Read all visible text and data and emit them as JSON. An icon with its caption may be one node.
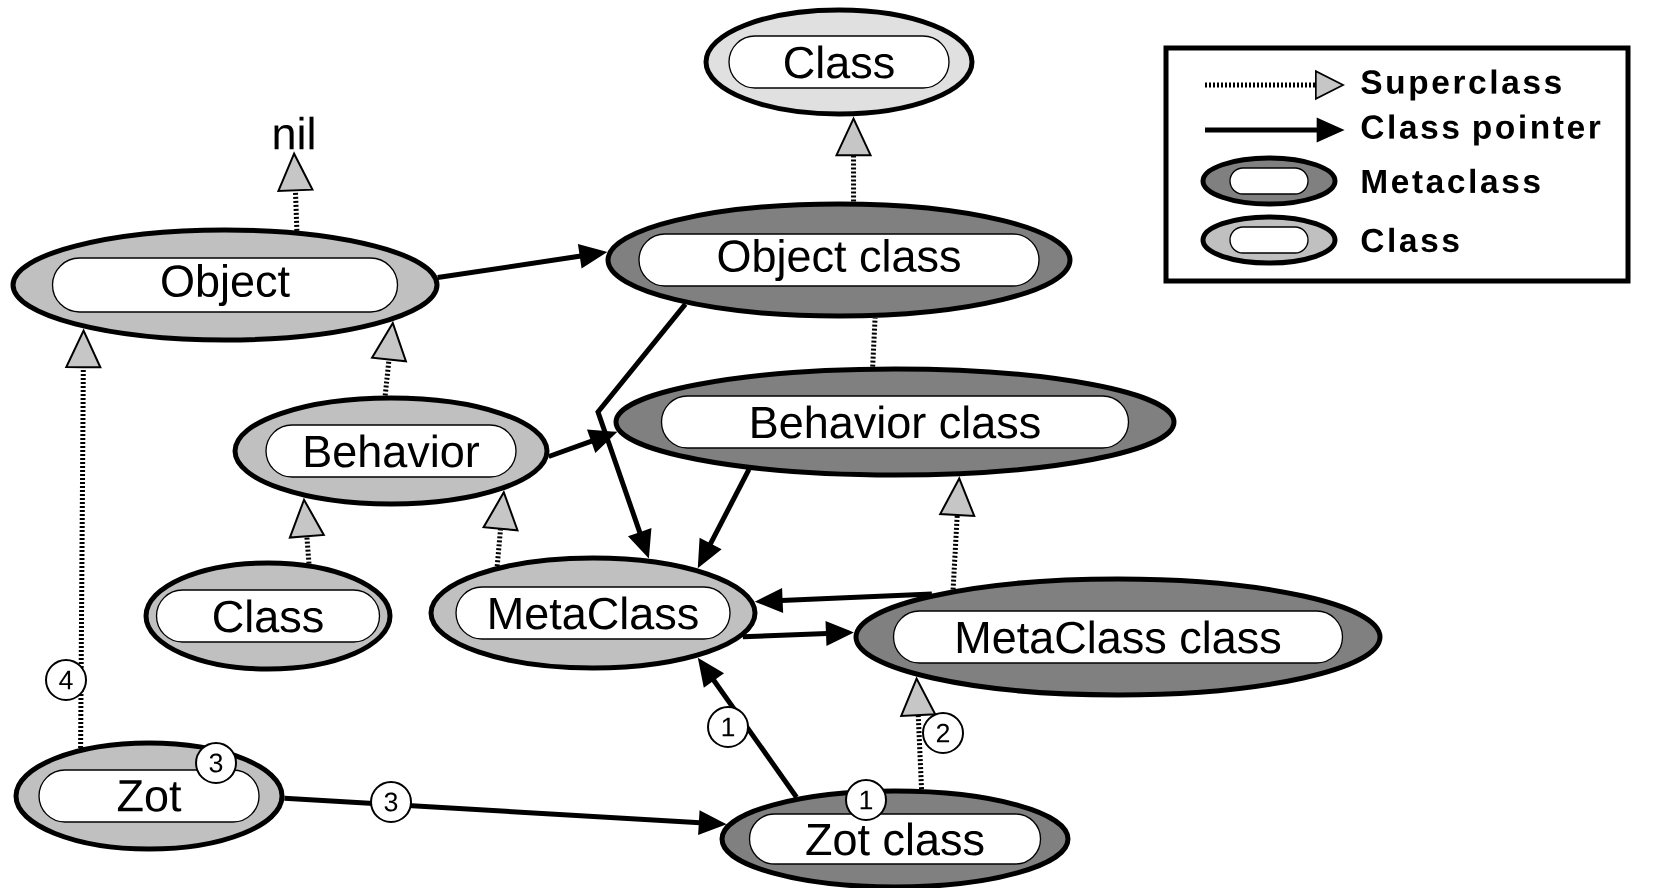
{
  "diagram": {
    "nodes": [
      {
        "text": [
          "Class"
        ]
      },
      {
        "text": [
          "nil"
        ]
      },
      {
        "text": [
          "Object"
        ]
      },
      {
        "text": [
          "Object class"
        ]
      },
      {
        "text": [
          "Behavior"
        ]
      },
      {
        "text": [
          "Behavior class"
        ]
      },
      {
        "text": [
          "Class"
        ]
      },
      {
        "text": [
          "MetaClass"
        ]
      },
      {
        "text": [
          "MetaClass class"
        ]
      },
      {
        "text": [
          "Zot"
        ]
      },
      {
        "text": [
          "Zot class"
        ]
      }
    ],
    "edges": [
      {
        "from": 2,
        "to": 1,
        "arrow": "to",
        "style": "dashed"
      },
      {
        "from": 3,
        "to": 0,
        "arrow": "to",
        "style": "dashed"
      },
      {
        "from": 2,
        "to": 3,
        "arrow": "to"
      },
      {
        "from": 4,
        "to": 2,
        "arrow": "to",
        "style": "dashed"
      },
      {
        "from": 5,
        "to": 3,
        "arrow": "none",
        "style": "dashed"
      },
      {
        "from": 4,
        "to": 5,
        "arrow": "to"
      },
      {
        "from": 6,
        "to": 4,
        "arrow": "to",
        "style": "dashed"
      },
      {
        "from": 7,
        "to": 4,
        "arrow": "to",
        "style": "dashed"
      },
      {
        "from": 3,
        "to": 7,
        "arrow": "to"
      },
      {
        "from": 5,
        "to": 7,
        "arrow": "to"
      },
      {
        "from": 8,
        "to": 5,
        "arrow": "to",
        "style": "dashed"
      },
      {
        "from": 8,
        "to": 7,
        "arrow": "to"
      },
      {
        "from": 7,
        "to": 8,
        "arrow": "to"
      },
      {
        "from": 10,
        "to": 7,
        "arrow": "to",
        "label": "1"
      },
      {
        "from": 10,
        "to": 8,
        "arrow": "to",
        "style": "dashed",
        "label": "2"
      },
      {
        "from": 9,
        "to": 2,
        "arrow": "to",
        "style": "dashed",
        "label": "4"
      },
      {
        "from": 9,
        "to": 10,
        "arrow": "to",
        "label": "3"
      }
    ],
    "labels": [
      "3",
      "1"
    ],
    "legend": [
      {
        "text": "Superclass"
      },
      {
        "text": "Class pointer"
      },
      {
        "text": "Metaclass",
        "color": "#808080"
      },
      {
        "text": "Class",
        "color": "#c0c0c0"
      }
    ]
  }
}
